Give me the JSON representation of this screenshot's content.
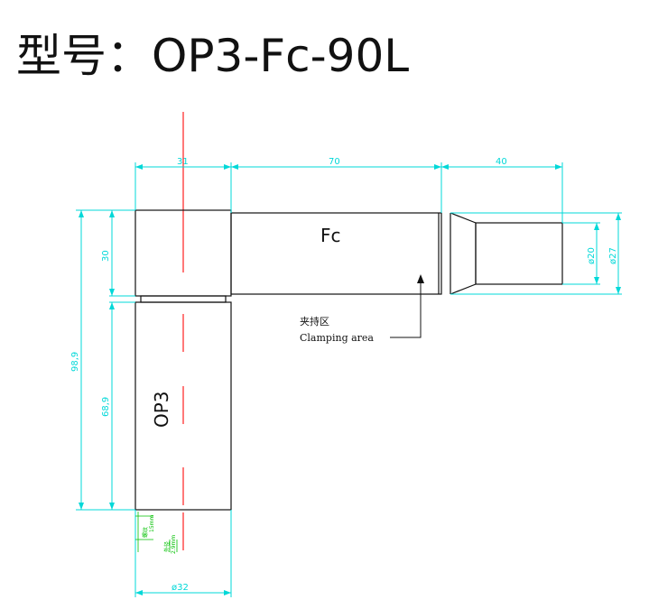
{
  "title": {
    "prefix": "型号：",
    "model": "OP3-Fc-90L"
  },
  "labels": {
    "fc": "Fc",
    "op3": "OP3"
  },
  "annotation": {
    "cn": "夹持区",
    "en": "Clamping area"
  },
  "dimensions": {
    "d31": "31",
    "d70": "70",
    "d40": "40",
    "d30": "30",
    "d989": "98,9",
    "d689": "68,9",
    "d20": "ø20",
    "d27": "ø27",
    "d32": "ø32",
    "d15mm": "15mm",
    "d29mm": "2.9mm",
    "cn_len": "螺纹",
    "cn_dia": "外径"
  },
  "colors": {
    "dimension": "#00d8d8",
    "centerline": "#ff2020",
    "outline": "#111111",
    "small_dim": "#00c000"
  }
}
